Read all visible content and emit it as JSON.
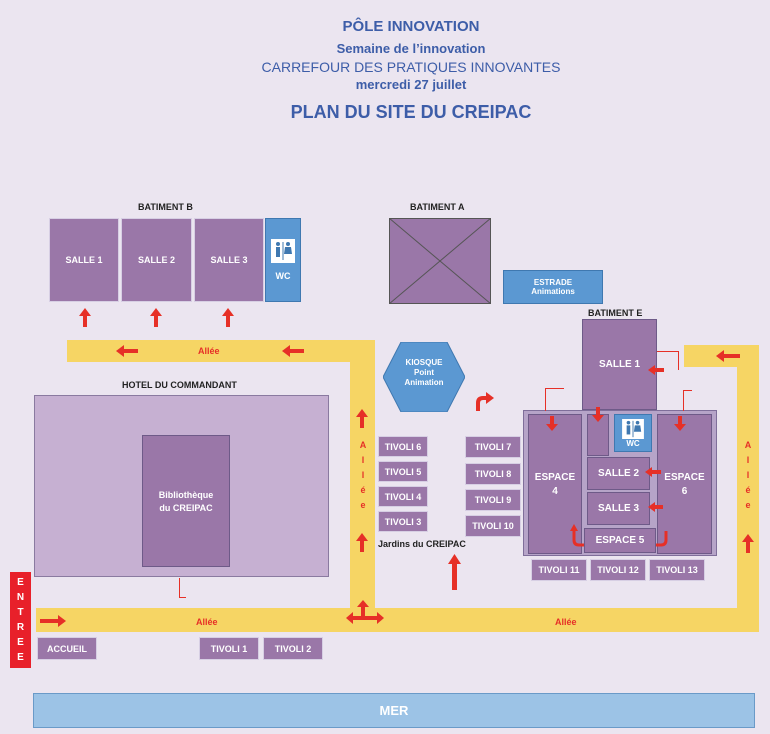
{
  "header": {
    "pole": "PÔLE INNOVATION",
    "week": "Semaine de l’innovation",
    "event": "CARREFOUR DES PRATIQUES INNOVANTES",
    "date": "mercredi 27 juillet",
    "title": "PLAN DU SITE DU CREIPAC"
  },
  "batiment_b": {
    "label": "BATIMENT B",
    "salle1": "SALLE 1",
    "salle2": "SALLE 2",
    "salle3": "SALLE 3",
    "wc": "WC"
  },
  "batiment_a": {
    "label": "BATIMENT A"
  },
  "estrade": {
    "line1": "ESTRADE",
    "line2": "Animations"
  },
  "kiosque": {
    "line1": "KIOSQUE",
    "line2": "Point",
    "line3": "Animation"
  },
  "batiment_e": {
    "label": "BATIMENT E",
    "salle1": "SALLE 1",
    "salle2": "SALLE 2",
    "salle3": "SALLE 3",
    "espace4_a": "ESPACE",
    "espace4_b": "4",
    "espace6_a": "ESPACE",
    "espace6_b": "6",
    "espace5": "ESPACE 5",
    "wc": "WC"
  },
  "hotel": {
    "label": "HOTEL DU COMMANDANT",
    "bib1": "Bibliothèque",
    "bib2": "du CREIPAC"
  },
  "tivoli": {
    "t1": "TIVOLI 1",
    "t2": "TIVOLI 2",
    "t3": "TIVOLI 3",
    "t4": "TIVOLI 4",
    "t5": "TIVOLI 5",
    "t6": "TIVOLI 6",
    "t7": "TIVOLI 7",
    "t8": "TIVOLI 8",
    "t9": "TIVOLI 9",
    "t10": "TIVOLI 10",
    "t11": "TIVOLI 11",
    "t12": "TIVOLI 12",
    "t13": "TIVOLI 13"
  },
  "jardins": "Jardins du CREIPAC",
  "allee": "Allée",
  "allee_v": [
    "A",
    "l",
    "l",
    "é",
    "e"
  ],
  "entree": [
    "E",
    "N",
    "T",
    "R",
    "E",
    "E"
  ],
  "accueil": "ACCUEIL",
  "mer": "MER",
  "colors": {
    "background": "#ebe5f0",
    "room": "#9a77a8",
    "road": "#f6d564",
    "arrow": "#e63027",
    "sea": "#9cc3e6",
    "title": "#3d5da8"
  }
}
